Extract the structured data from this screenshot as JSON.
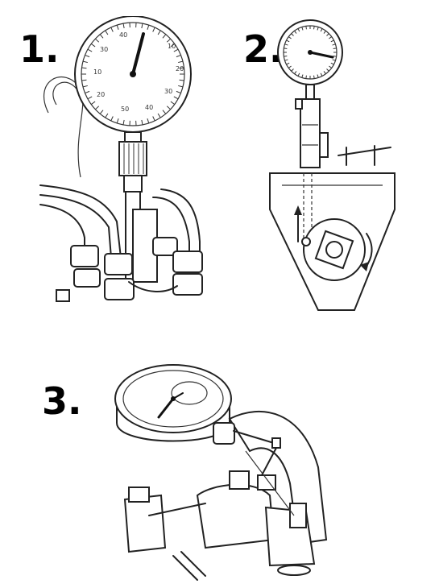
{
  "figures": [
    {
      "label": "1.",
      "dial_numbers": [
        "40",
        "10",
        "30",
        "20",
        "10",
        "20",
        "40",
        "30",
        "50",
        "40"
      ]
    },
    {
      "label": "2."
    },
    {
      "label": "3."
    }
  ],
  "colors": {
    "ink": "#222222",
    "background": "#ffffff"
  }
}
